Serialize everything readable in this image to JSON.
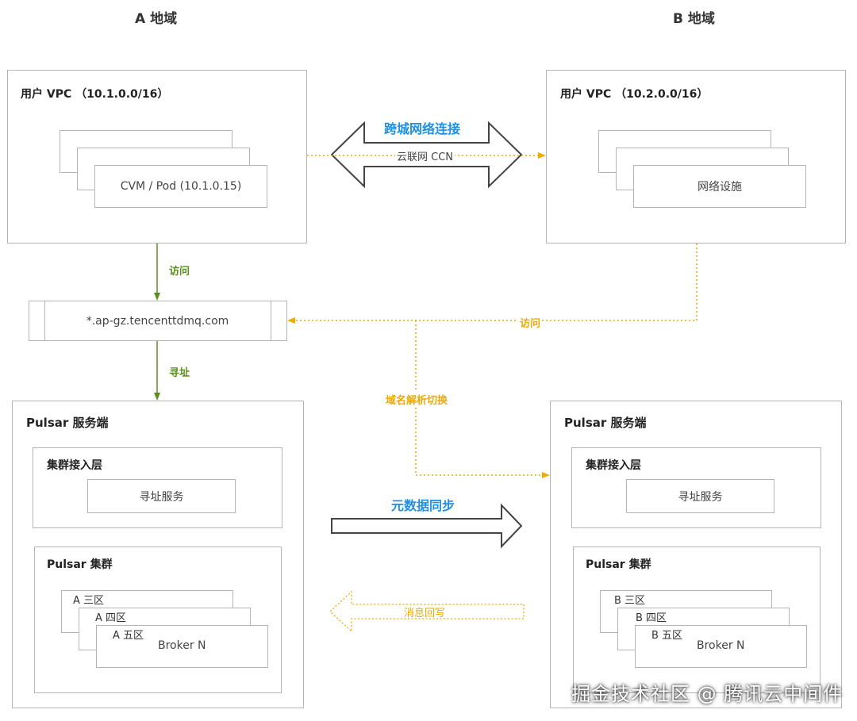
{
  "regions": {
    "a_title": "A 地域",
    "b_title": "B 地域"
  },
  "vpc_a": {
    "title": "用户 VPC （10.1.0.0/16）",
    "node_label": "CVM / Pod (10.1.0.15)"
  },
  "vpc_b": {
    "title": "用户 VPC （10.2.0.0/16）",
    "node_label": "网络设施"
  },
  "ccn": {
    "title": "跨城网络连接",
    "label": "云联网 CCN"
  },
  "access": {
    "a_visit": "访问",
    "b_visit": "访问",
    "addressing": "寻址"
  },
  "domain_box": {
    "label": "*.ap-gz.tencenttdmq.com"
  },
  "dns_switch": "域名解析切换",
  "metadata_sync": "元数据同步",
  "message_writeback": "消息回写",
  "pulsar_a": {
    "title": "Pulsar 服务端",
    "access_layer": "集群接入层",
    "addressing_service": "寻址服务",
    "cluster_title": "Pulsar 集群",
    "zones": [
      "A 三区",
      "A 四区",
      "A 五区"
    ],
    "broker": "Broker N"
  },
  "pulsar_b": {
    "title": "Pulsar 服务端",
    "access_layer": "集群接入层",
    "addressing_service": "寻址服务",
    "cluster_title": "Pulsar 集群",
    "zones": [
      "B 三区",
      "B 四区",
      "B 五区"
    ],
    "broker": "Broker N"
  },
  "watermark": "掘金技术社区 @ 腾讯云中间件",
  "colors": {
    "green": "#5a8f1c",
    "orange": "#f2a900",
    "blue": "#1e90e6",
    "border": "#b5b5b5"
  }
}
